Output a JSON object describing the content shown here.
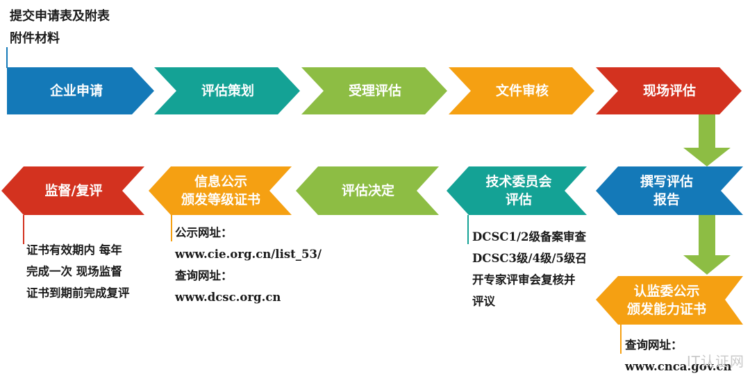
{
  "colors": {
    "blue": "#1479b8",
    "teal": "#14a295",
    "green": "#8dbd44",
    "orange": "#f5a012",
    "red": "#d3321f",
    "down_arrow": "#8dbd44",
    "text": "#1a1a1a"
  },
  "top_note": {
    "lines": [
      "提交申请表及附表",
      "附件材料"
    ]
  },
  "row1": [
    {
      "label": "企业申请",
      "color": "#1479b8"
    },
    {
      "label": "评估策划",
      "color": "#14a295"
    },
    {
      "label": "受理评估",
      "color": "#8dbd44"
    },
    {
      "label": "文件审核",
      "color": "#f5a012"
    },
    {
      "label": "现场评估",
      "color": "#d3321f"
    }
  ],
  "row2": [
    {
      "label": "撰写评估报告",
      "lines": [
        "撰写评估",
        "报告"
      ],
      "color": "#1479b8"
    },
    {
      "label": "技术委员会评估",
      "lines": [
        "技术委员会",
        "评估"
      ],
      "color": "#14a295"
    },
    {
      "label": "评估决定",
      "lines": [
        "评估决定"
      ],
      "color": "#8dbd44"
    },
    {
      "label": "信息公示颁发等级证书",
      "lines": [
        "信息公示",
        "颁发等级证书"
      ],
      "color": "#f5a012"
    },
    {
      "label": "监督/复评",
      "lines": [
        "监督/复评"
      ],
      "color": "#d3321f"
    }
  ],
  "final_step": {
    "lines": [
      "认监委公示",
      "颁发能力证书"
    ],
    "color": "#f5a012"
  },
  "notes": {
    "supervision": [
      "证书有效期内 每年",
      "完成一次 现场监督",
      "证书到期前完成复评"
    ],
    "publication": [
      "公示网址：",
      "www.cie.org.cn/list_53/",
      "查询网址：",
      "www.dcsc.org.cn"
    ],
    "committee": [
      "DCSC1/2级备案审查",
      "DCSC3级/4级/5级召",
      "开专家评审会复核并",
      "评议"
    ],
    "final": [
      "查询网址：",
      "www.cnca.gov.cn"
    ]
  },
  "watermark": "IT认证网"
}
